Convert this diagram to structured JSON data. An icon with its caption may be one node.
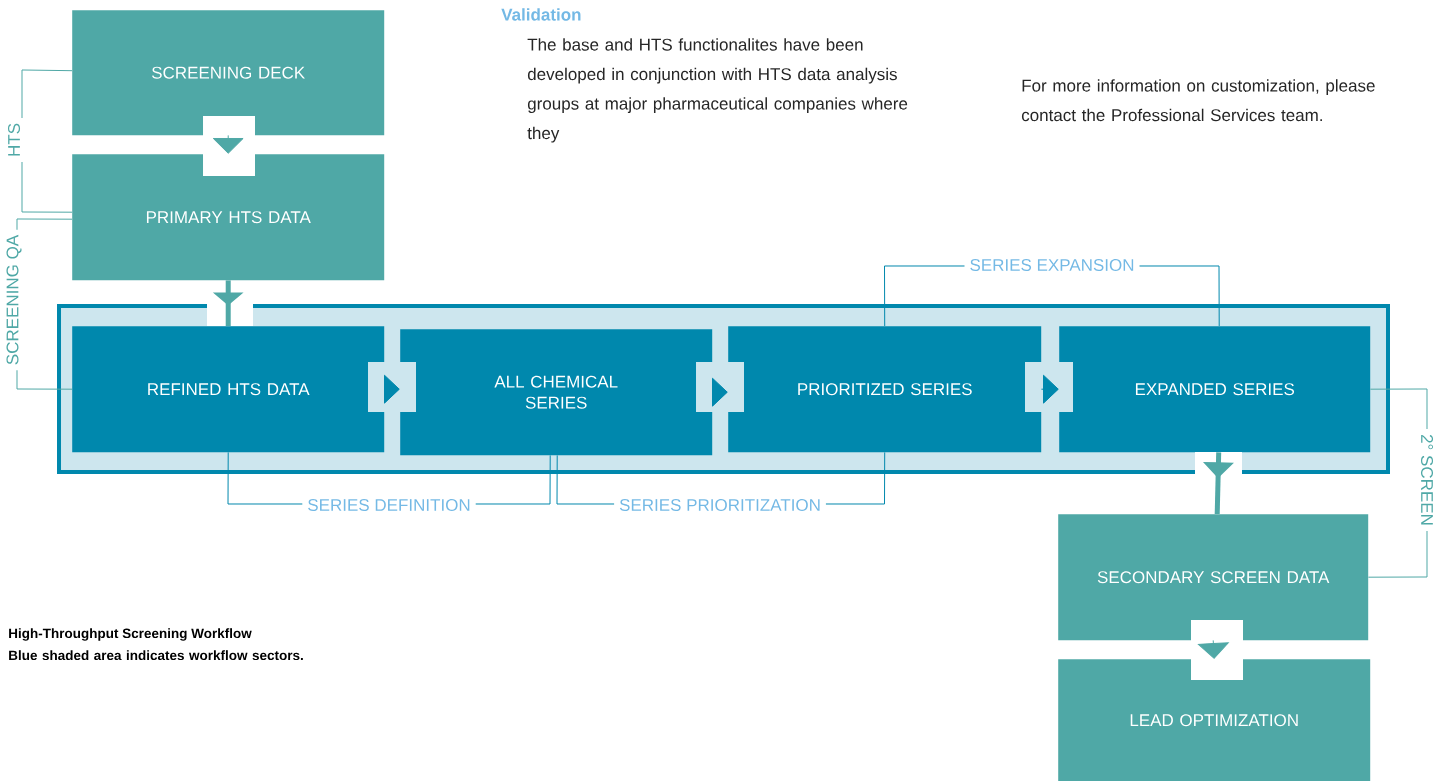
{
  "diagram": {
    "title": "High-Throughput Screening Workflow",
    "caption": "Blue shaded area indicates workflow sectors.",
    "nodes": [
      {
        "text": [
          "SCREENING DECK"
        ]
      },
      {
        "text": [
          "PRIMARY HTS DATA"
        ]
      },
      {
        "text": [],
        "shape": "box"
      },
      {
        "text": [
          "REFINED HTS DATA"
        ],
        "in": 2
      },
      {
        "text": [
          "ALL CHEMICAL SERIES"
        ],
        "in": 2
      },
      {
        "text": [
          "PRIORITIZED SERIES"
        ],
        "in": 2
      },
      {
        "text": [
          "EXPANDED SERIES"
        ],
        "in": 2
      },
      {
        "text": [
          "SECONDARY SCREEN DATA"
        ]
      },
      {
        "text": [
          "LEAD OPTIMIZATION"
        ]
      }
    ],
    "edges": [
      {
        "from": 0,
        "to": 1,
        "arrow": "to"
      },
      {
        "from": 1,
        "to": 3,
        "arrow": "to",
        "style": "thick"
      },
      {
        "from": 3,
        "to": 4,
        "arrow": "to",
        "color": "#0088ad"
      },
      {
        "from": 4,
        "to": 5,
        "arrow": "to",
        "color": "#0088ad"
      },
      {
        "from": 5,
        "to": 6,
        "arrow": "to",
        "color": "#0088ad"
      },
      {
        "from": 6,
        "to": 7,
        "arrow": "to",
        "style": "thick"
      },
      {
        "from": 7,
        "to": 8,
        "arrow": "to"
      },
      {
        "from": 0,
        "to": 1,
        "arrow": "none",
        "label": "HTS"
      },
      {
        "from": 1,
        "to": 3,
        "arrow": "none",
        "label": "SCREENING QA"
      },
      {
        "from": 3,
        "to": 4,
        "arrow": "none",
        "label": "SERIES DEFINITION",
        "color": "#0088ad"
      },
      {
        "from": 4,
        "to": 5,
        "arrow": "none",
        "label": "SERIES PRIORITIZATION",
        "color": "#0088ad"
      },
      {
        "from": 5,
        "to": 6,
        "arrow": "none",
        "label": "SERIES EXPANSION",
        "color": "#0088ad"
      },
      {
        "from": 6,
        "to": 7,
        "arrow": "none",
        "label": "2° SCREEN"
      }
    ],
    "labels": [
      "Validation",
      "The base and HTS functionalites have been developed in conjunction with HTS data analysis groups at major pharmaceutical companies where they",
      "For more information on customization, please contact the Professional Services team."
    ]
  }
}
